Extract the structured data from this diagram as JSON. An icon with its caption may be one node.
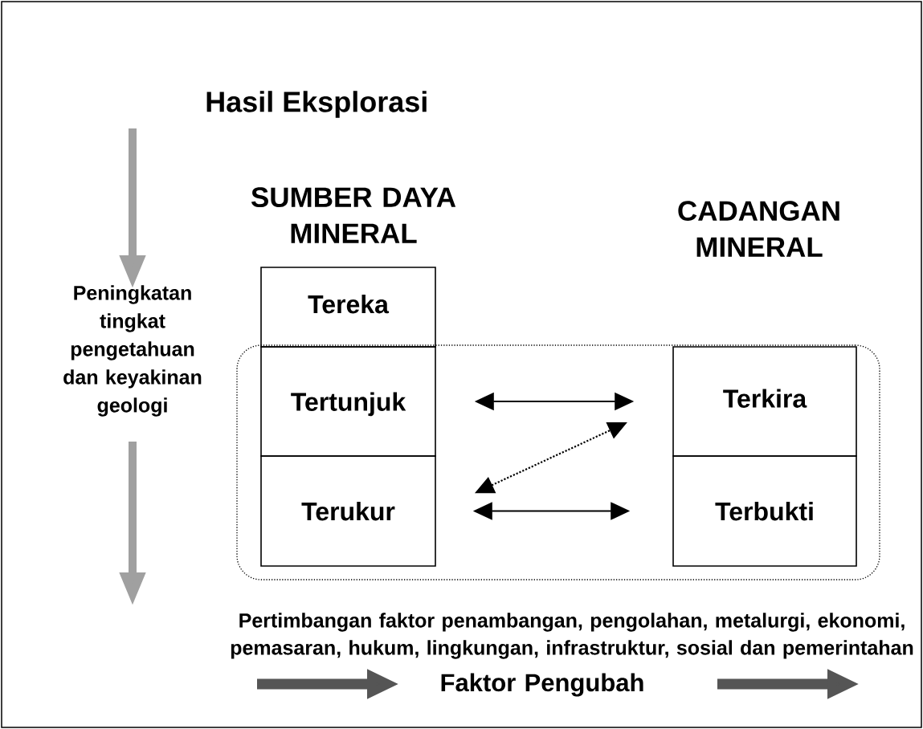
{
  "diagram": {
    "title": "Hasil Eksplorasi",
    "nodes": [
      {
        "text": [
          "Tereka"
        ]
      },
      {
        "text": [],
        "shape": "box"
      },
      {
        "text": [
          "Tertunjuk"
        ],
        "in": 1
      },
      {
        "text": [
          "Terukur"
        ],
        "in": 1
      },
      {
        "text": [
          "Terkira"
        ],
        "in": 1
      },
      {
        "text": [
          "Terbukti"
        ],
        "in": 1
      }
    ],
    "edges": [
      {
        "from": 2,
        "to": 4,
        "arrow": "both"
      },
      {
        "from": 3,
        "to": 4,
        "arrow": "both",
        "style": "dashed"
      },
      {
        "from": 3,
        "to": 5,
        "arrow": "both"
      }
    ],
    "labels": [
      "SUMBER DAYA MINERAL",
      "CADANGAN MINERAL",
      "Peningkatan tingkat pengetahuan dan keyakinan geologi",
      "Pertimbangan faktor penambangan, pengolahan, metalurgi, ekonomi, pemasaran, hukum, lingkungan, infrastruktur, sosial dan pemerintahan",
      "Faktor Pengubah"
    ]
  }
}
